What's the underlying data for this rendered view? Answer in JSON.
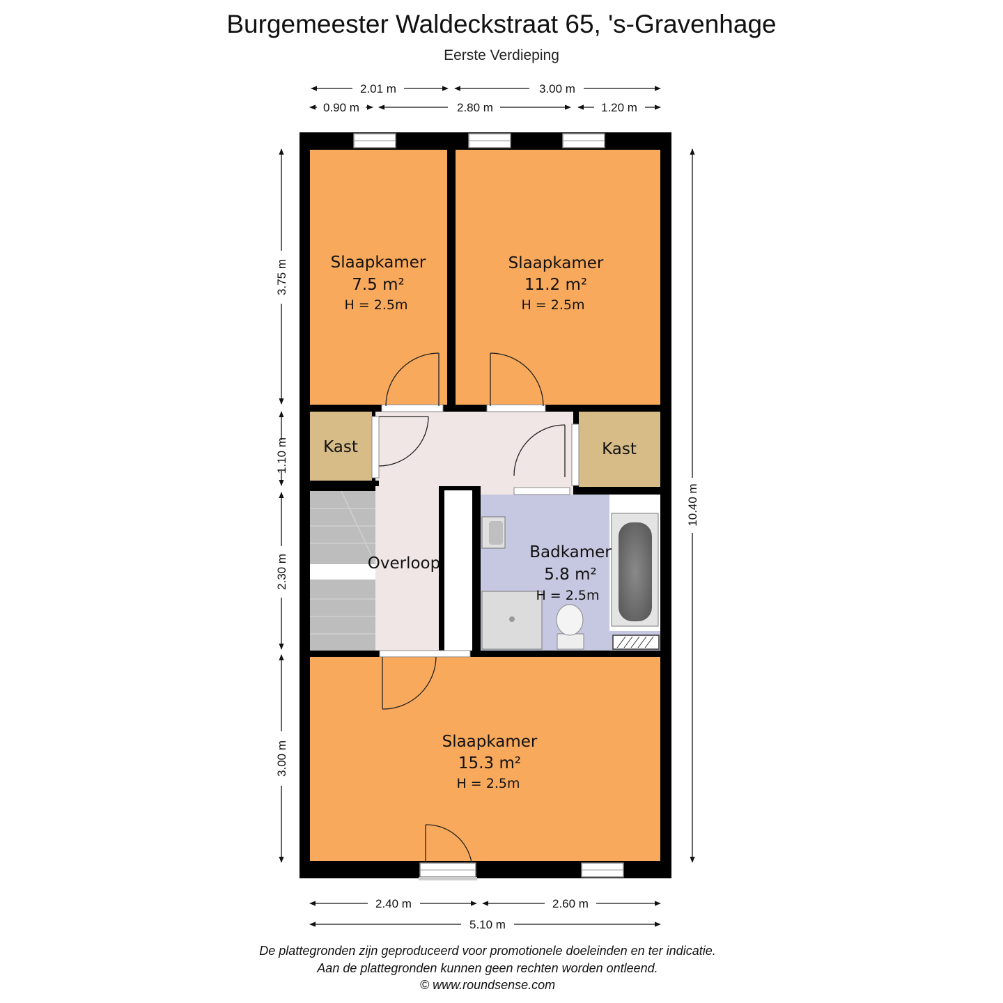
{
  "header": {
    "title": "Burgemeester Waldeckstraat 65, 's-Gravenhage",
    "subtitle": "Eerste Verdieping"
  },
  "rooms": {
    "slaapkamer_1": {
      "name": "Slaapkamer",
      "area": "7.5 m²",
      "height": "H = 2.5m"
    },
    "slaapkamer_2": {
      "name": "Slaapkamer",
      "area": "11.2 m²",
      "height": "H = 2.5m"
    },
    "kast_1": {
      "name": "Kast"
    },
    "kast_2": {
      "name": "Kast"
    },
    "overloop": {
      "name": "Overloop"
    },
    "badkamer": {
      "name": "Badkamer",
      "area": "5.8 m²",
      "height": "H = 2.5m"
    },
    "slaapkamer_3": {
      "name": "Slaapkamer",
      "area": "15.3 m²",
      "height": "H = 2.5m"
    }
  },
  "dimensions": {
    "top_row1": [
      "2.01 m",
      "3.00 m"
    ],
    "top_row2": [
      "0.90 m",
      "2.80 m",
      "1.20 m"
    ],
    "left": [
      "3.75 m",
      "1.10 m",
      "2.30 m",
      "3.00 m"
    ],
    "right": "10.40 m",
    "bottom_row1": [
      "2.40 m",
      "2.60 m"
    ],
    "bottom_row2": "5.10 m"
  },
  "footer": {
    "line1": "De plattegronden zijn geproduceerd voor promotionele doeleinden en ter indicatie.",
    "line2": "Aan de plattegronden kunnen geen rechten worden ontleend.",
    "line3": "© www.roundsense.com"
  },
  "colors": {
    "bedroom": "#f9a95b",
    "kast": "#d7bc88",
    "overloop": "#f1e6e6",
    "badkamer": "#c6c7e0",
    "stairs": "#bdbdbd",
    "wall": "#000000"
  }
}
